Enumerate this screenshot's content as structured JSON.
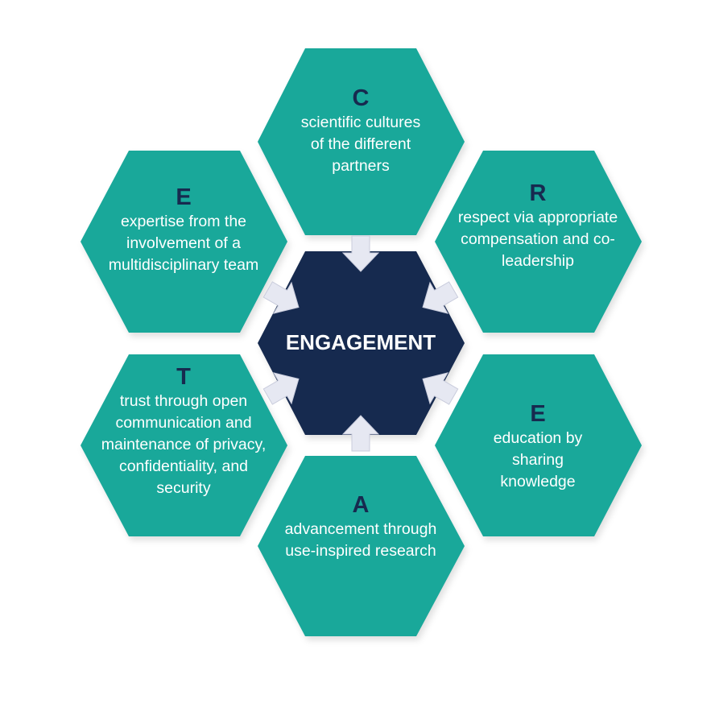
{
  "center": {
    "title": "ENGAGEMENT"
  },
  "items": [
    {
      "id": "C",
      "letter": "C",
      "text": "scientific cultures of the different partners"
    },
    {
      "id": "R",
      "letter": "R",
      "text": "respect via appropriate compensation and co-leadership"
    },
    {
      "id": "E2",
      "letter": "E",
      "text": "education by sharing knowledge"
    },
    {
      "id": "A",
      "letter": "A",
      "text": "advancement through use-inspired research"
    },
    {
      "id": "T",
      "letter": "T",
      "text": "trust through open communication and maintenance of privacy, confidentiality, and security"
    },
    {
      "id": "E1",
      "letter": "E",
      "text": "expertise from the involvement of a multidisciplinary team"
    }
  ],
  "colors": {
    "hexagon": "#19a89a",
    "center": "#162a4f",
    "letter": "#172a4f",
    "text": "#ffffff",
    "arrow": "#e6e8f2"
  }
}
